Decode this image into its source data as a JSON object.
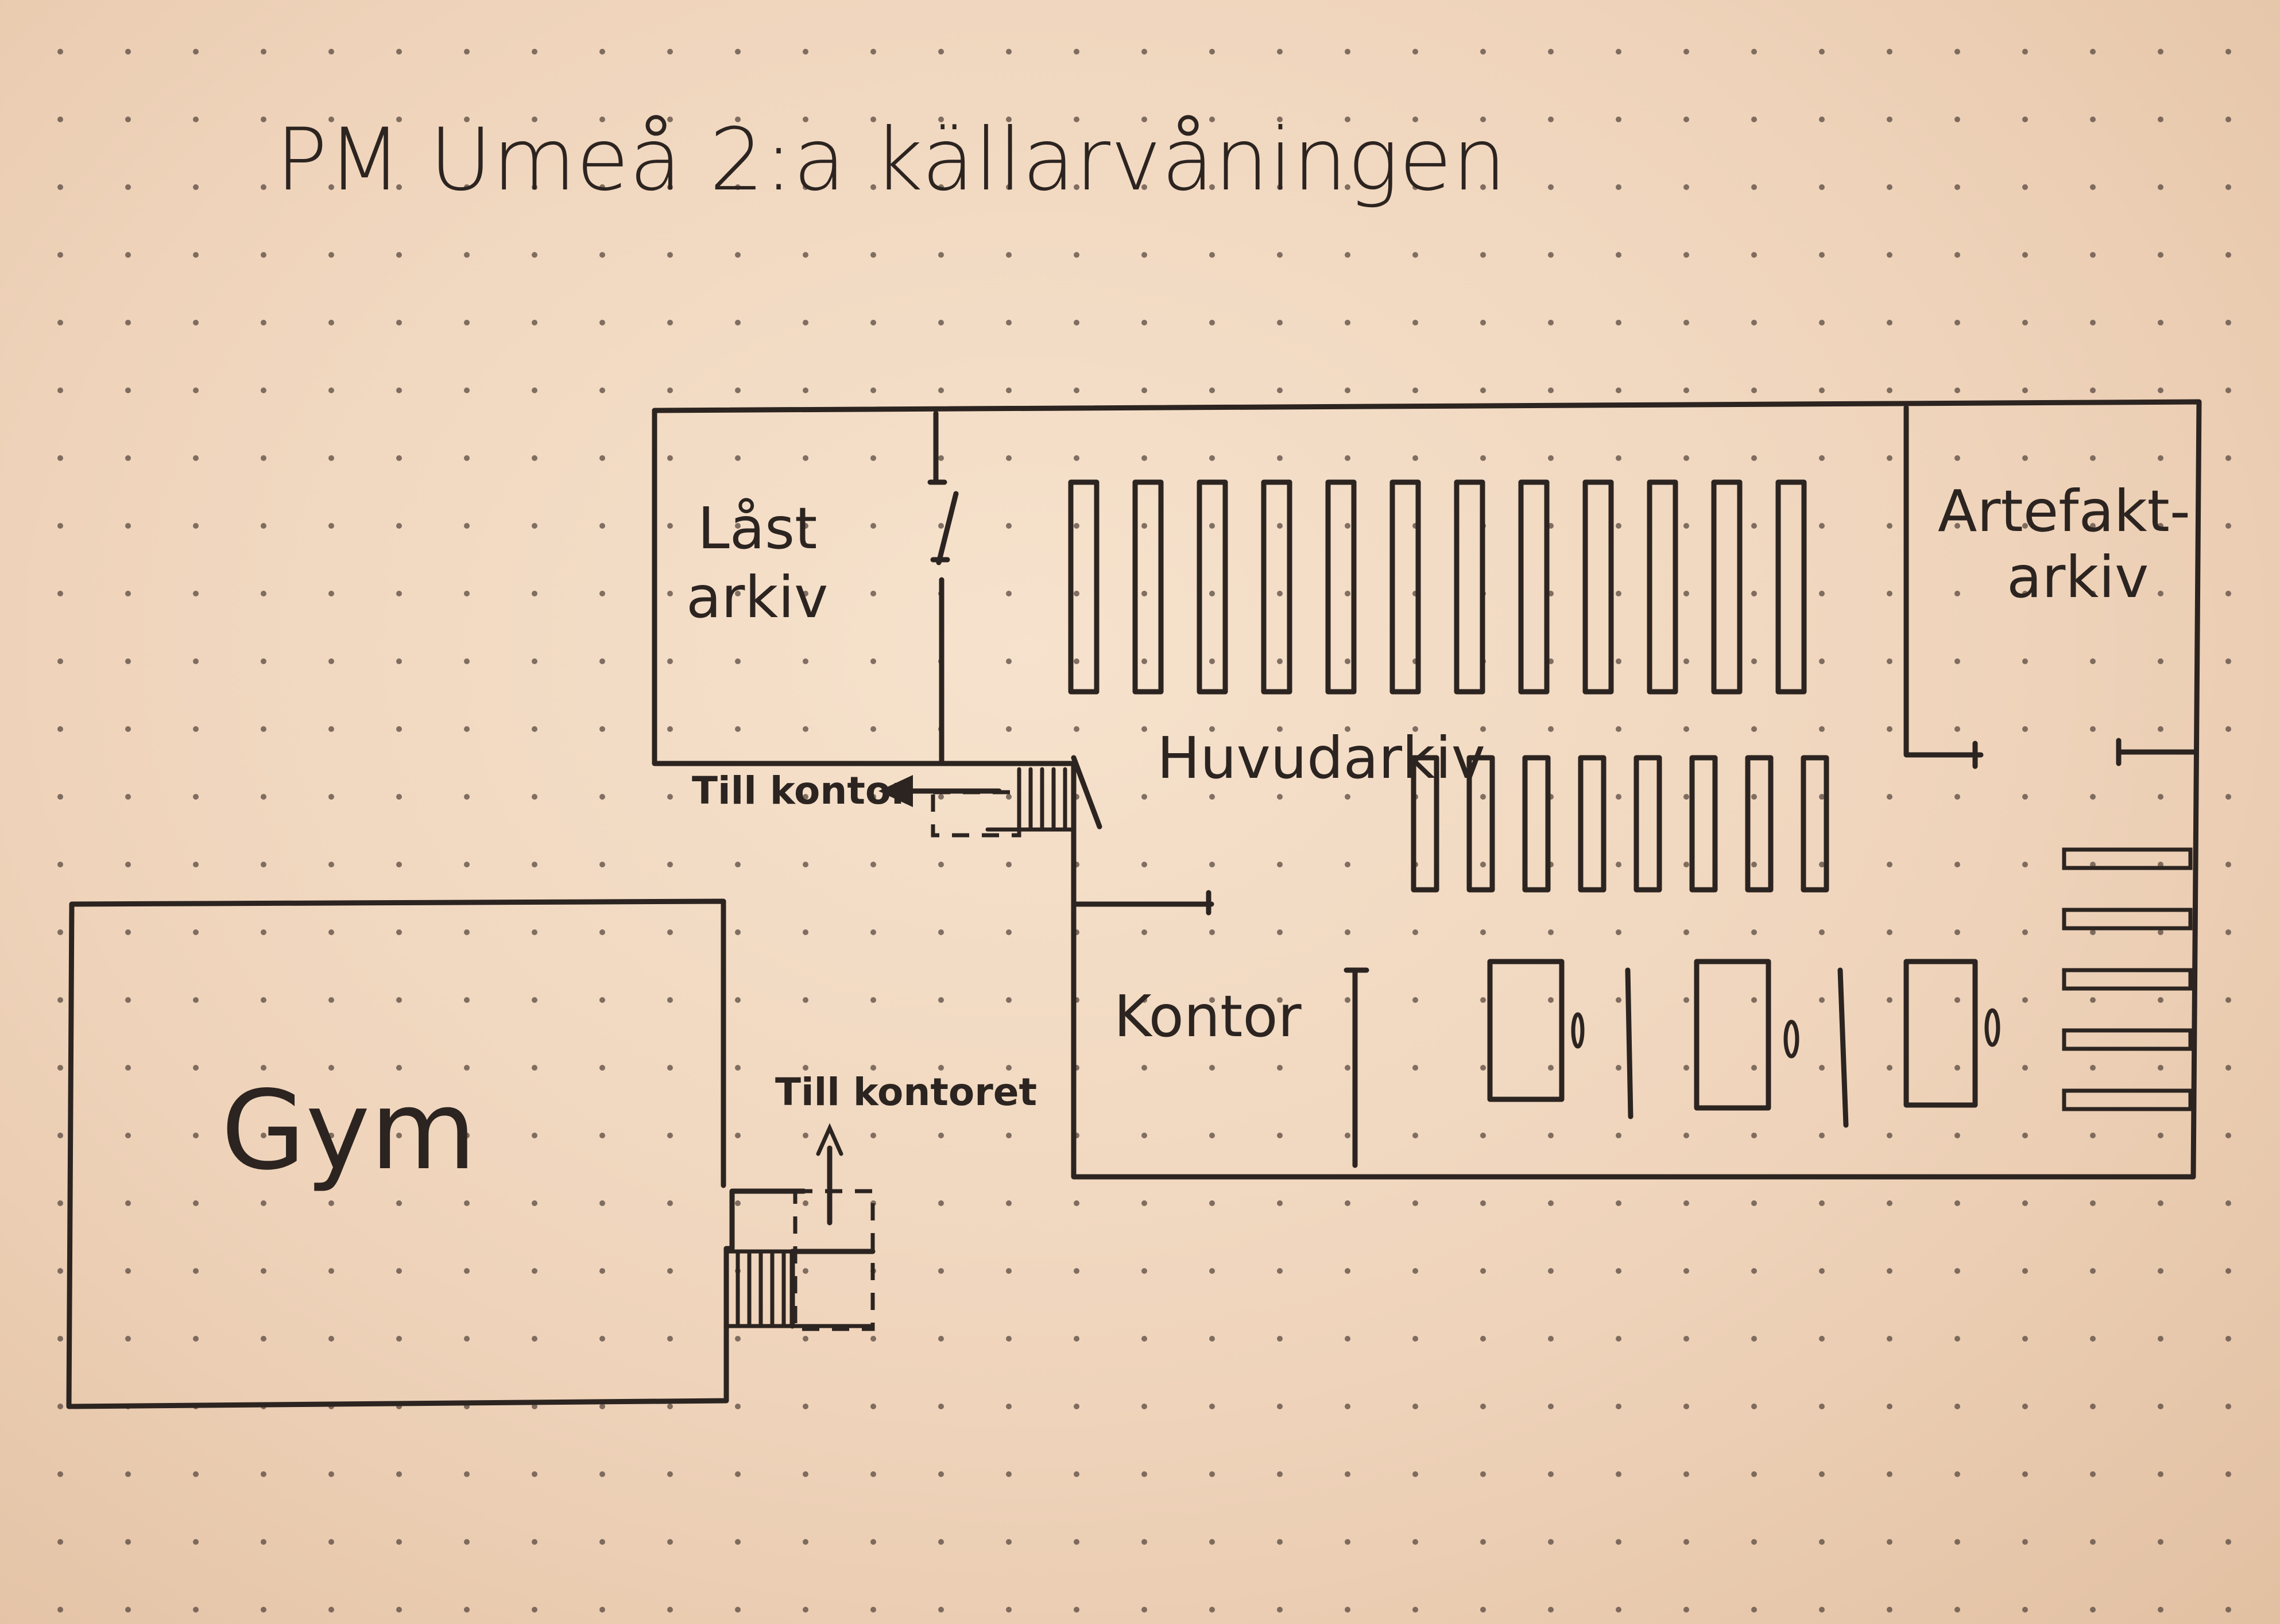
{
  "title": "PM Umeå 2:a källarvåningen",
  "rooms": {
    "locked_archive": {
      "line1": "Låst",
      "line2": "arkiv"
    },
    "artifact_archive": {
      "line1": "Artefakt-",
      "line2": "arkiv"
    },
    "main_archive": "Huvudarkiv",
    "office": "Kontor",
    "gym": "Gym"
  },
  "notes": {
    "to_office": "Till kontor",
    "to_the_office": "Till kontoret"
  },
  "shelves": {
    "upper_row_count": 12,
    "lower_row_count": 8,
    "side_rack_count": 5
  },
  "cabinets": {
    "count": 3
  },
  "colors": {
    "ink": "#2c2420",
    "paper": "#f0d7c0",
    "dot": "#5a4a40"
  }
}
